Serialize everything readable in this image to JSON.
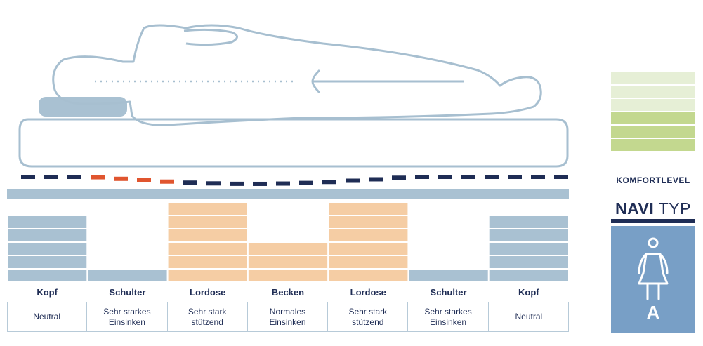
{
  "zones": [
    {
      "name": "Kopf",
      "desc": "Neutral",
      "level": 5,
      "type": "blue"
    },
    {
      "name": "Schulter",
      "desc": "Sehr starkes\nEinsinken",
      "level": 1,
      "type": "blue"
    },
    {
      "name": "Lordose",
      "desc": "Sehr stark\nstützend",
      "level": 6,
      "type": "orange"
    },
    {
      "name": "Becken",
      "desc": "Normales\nEinsinken",
      "level": 3,
      "type": "orange"
    },
    {
      "name": "Lordose",
      "desc": "Sehr stark\nstützend",
      "level": 6,
      "type": "orange"
    },
    {
      "name": "Schulter",
      "desc": "Sehr starkes\nEinsinken",
      "level": 1,
      "type": "blue"
    },
    {
      "name": "Kopf",
      "desc": "Neutral",
      "level": 5,
      "type": "blue"
    }
  ],
  "comfort": {
    "label": "KOMFORTLEVEL",
    "total_steps": 6,
    "filled_steps": 3
  },
  "navi": {
    "brand": "NAVI",
    "suffix": "TYP",
    "type_letter": "A",
    "icon": "person-icon"
  },
  "colors": {
    "navy": "#1f2d55",
    "blue_block": "#a9c1d2",
    "orange_block": "#f5cda4",
    "red_dash": "#e0552f",
    "comfort_light": "#e6efd6",
    "comfort_dark": "#c3d88f",
    "type_box": "#789fc6"
  }
}
